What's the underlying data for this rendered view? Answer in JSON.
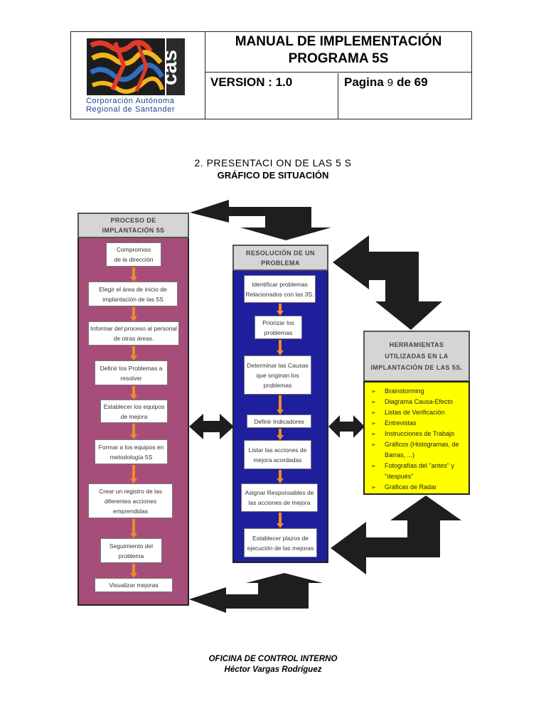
{
  "header": {
    "title_line1": "MANUAL DE IMPLEMENTACIÓN",
    "title_line2": "PROGRAMA 5S",
    "version_label": "VERSION : 1.0",
    "page_label": "Pagina",
    "page_number": "9",
    "page_of": "de 69",
    "logo": {
      "mark": "cas",
      "org_line1": "Corporación  Autónoma",
      "org_line2": "Regional  de  Santander"
    }
  },
  "section": {
    "title": "2. PRESENTACI ON DE LAS 5 S",
    "subtitle": "GRÁFICO DE SITUACIÓN"
  },
  "panels": {
    "implantacion": {
      "title": "PROCESO DE\nIMPLANTACIÓN 5S",
      "steps": [
        "Compromiso\nde la dirección",
        "Elegir el área de inicio de\nimplantación de las 5S",
        "Informar del proceso al personal\nde otras  áreas.",
        "Definir los Problemas a\nresolver",
        "Establecer los equipos\nde mejora",
        "Formar a los equipos en\nmetodología 5S",
        "Crear un registro de las\ndiferentes acciones\nemprendidas",
        "Seguimiento del\nproblema",
        "Visualizar mejoras"
      ]
    },
    "resolucion": {
      "title": "RESOLUCIÓN DE UN\nPROBLEMA",
      "steps": [
        "Identificar problemas\nRelacionados con las 3S.",
        "Priorizar los\nproblemas",
        "Determinar las Causas\nque originan los\nproblemas",
        "Definir Indicadores",
        "Listar las acciones de\nmejora acordadas",
        "Asignar Responsables de\nlas acciones de mejora",
        "Establecer plazos de\nejecución de las mejoras"
      ]
    },
    "herramientas": {
      "title": "HERRAMIENTAS\nUTILIZADAS EN LA\nIMPLANTACIÓN DE LAS 5S.",
      "bullet": "➢",
      "items": [
        "Brainstorming",
        "Diagrama Causa-Efecto",
        "Listas de Verificación",
        "Entrevistas",
        "Instrucciones de Trabajo",
        "Gráficos (Histogramas, de\nBarras, ...)",
        "Fotografías del \"antes\" y\n\"después\"",
        "Gráficas de Radar"
      ]
    }
  },
  "colors": {
    "implantacion_bg": "#a64d79",
    "resolucion_bg": "#1f1f9e",
    "herramientas_bg": "#ffff00",
    "header_gray": "#d5d5d5",
    "flow_arrow": "#f08a2a",
    "big_arrow": "#1e1e1e"
  },
  "footer": {
    "line1": "OFICINA DE CONTROL INTERNO",
    "line2": "Héctor Vargas Rodríguez"
  }
}
